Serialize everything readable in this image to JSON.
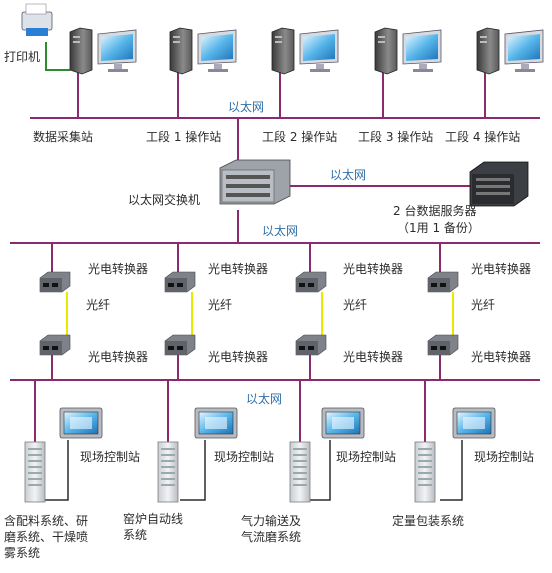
{
  "labels": {
    "printer": "打印机",
    "ethernet_top": "以太网",
    "station_data": "数据采集站",
    "station_1": "工段 1 操作站",
    "station_2": "工段 2 操作站",
    "station_3": "工段 3 操作站",
    "station_4": "工段 4 操作站",
    "switch": "以太网交换机",
    "ethernet_server": "以太网",
    "server_line1": "2 台数据服务器",
    "server_line2": "（1用 1 备份）",
    "ethernet_mid": "以太网",
    "converter": "光电转换器",
    "fiber": "光纤",
    "ethernet_bottom": "以太网",
    "field_station": "现场控制站",
    "sys_1_line1": "含配料系统、研",
    "sys_1_line2": "磨系统、干燥喷",
    "sys_1_line3": "雾系统",
    "sys_2_line1": "窑炉自动线",
    "sys_2_line2": "系统",
    "sys_3_line1": "气力输送及",
    "sys_3_line2": "气流磨系统",
    "sys_4": "定量包装系统"
  },
  "colors": {
    "bus": "#8b2a6e",
    "fiber": "#e8e800",
    "printer_link": "#2e8b2e",
    "label_blue": "#2f6fa8"
  }
}
